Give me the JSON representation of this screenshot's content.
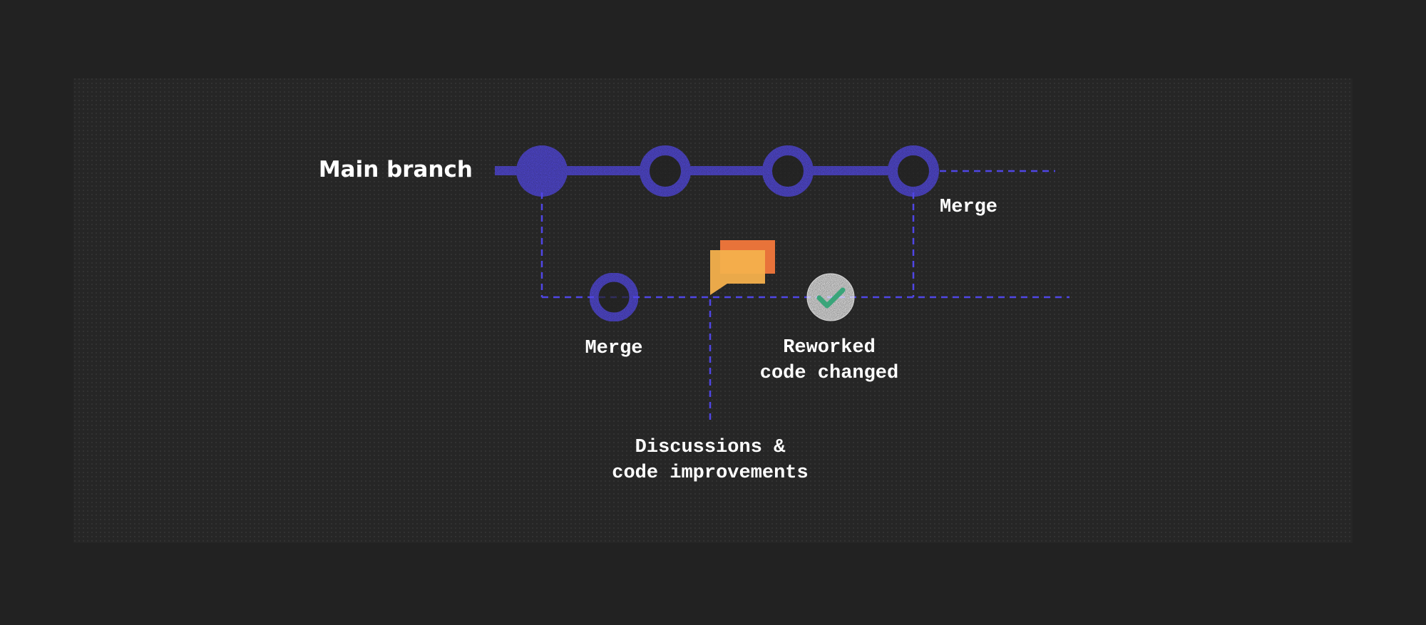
{
  "diagram": {
    "main_branch_label": "Main branch",
    "merge_top_label": "Merge",
    "merge_bottom_label": "Merge",
    "reworked_label_line1": "Reworked",
    "reworked_label_line2": "code changed",
    "discussions_label_line1": "Discussions &",
    "discussions_label_line2": "code improvements"
  },
  "colors": {
    "background": "#222222",
    "panel": "#272727",
    "branch": "#5046e5",
    "comment_back": "#e8733a",
    "comment_front": "#f4b04c",
    "check_circle": "#f2f2f2",
    "check_mark": "#3aa57a"
  },
  "icons": {
    "discussion": "comment-bubbles-icon",
    "approved": "checkmark-icon"
  }
}
